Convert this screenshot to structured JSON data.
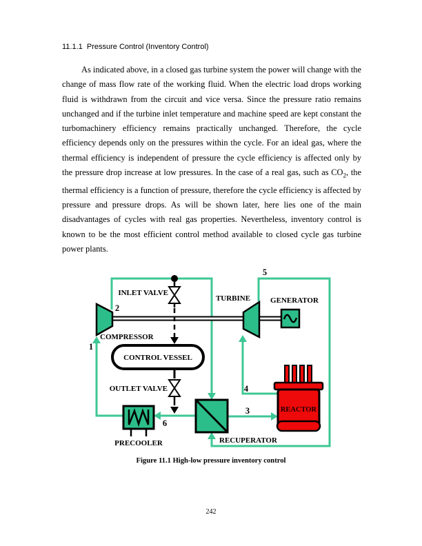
{
  "page": {
    "heading": "11.1.1  Pressure Control (Inventory Control)",
    "paragraph": {
      "part1": "As indicated above, in a closed gas turbine system the power will change with the change of mass flow rate of the working fluid.  When the electric load drops working fluid is withdrawn from the circuit and vice versa.  Since the pressure ratio remains unchanged and if the turbine inlet temperature and machine speed are kept constant the turbomachinery efficiency remains practically unchanged.  Therefore, the cycle efficiency depends only on the pressures within the cycle.  For an ideal gas, where the thermal efficiency is independent of pressure the cycle efficiency is affected only by the pressure drop increase at low pressures.  In the case of a real gas, such as ",
      "co2_base": "CO",
      "co2_sub": "2",
      "part2": ", the thermal efficiency is a function of pressure, therefore the cycle efficiency is affected by pressure and pressure drops.  As will be shown later, here lies one of the main disadvantages of cycles with real gas properties.  Nevertheless, inventory control is known to be the most efficient control method available to closed cycle gas turbine power plants."
    },
    "caption": "Figure 11.1 High-low pressure inventory control",
    "page_number": "242"
  },
  "diagram": {
    "labels": {
      "inlet_valve": "INLET VALVE",
      "turbine": "TURBINE",
      "generator": "GENERATOR",
      "compressor": "COMPRESSOR",
      "control_vessel": "CONTROL VESSEL",
      "outlet_valve": "OUTLET VALVE",
      "precooler": "PRECOOLER",
      "recuperator": "RECUPERATOR",
      "reactor": "REACTOR"
    },
    "stream_numbers": {
      "s1": "1",
      "s2": "2",
      "s3": "3",
      "s4": "4",
      "s5": "5",
      "s6": "6"
    },
    "colors": {
      "flow_green": "#3EC795",
      "component_green": "#2CBE8A",
      "reactor_red": "#EE0A0A"
    }
  }
}
